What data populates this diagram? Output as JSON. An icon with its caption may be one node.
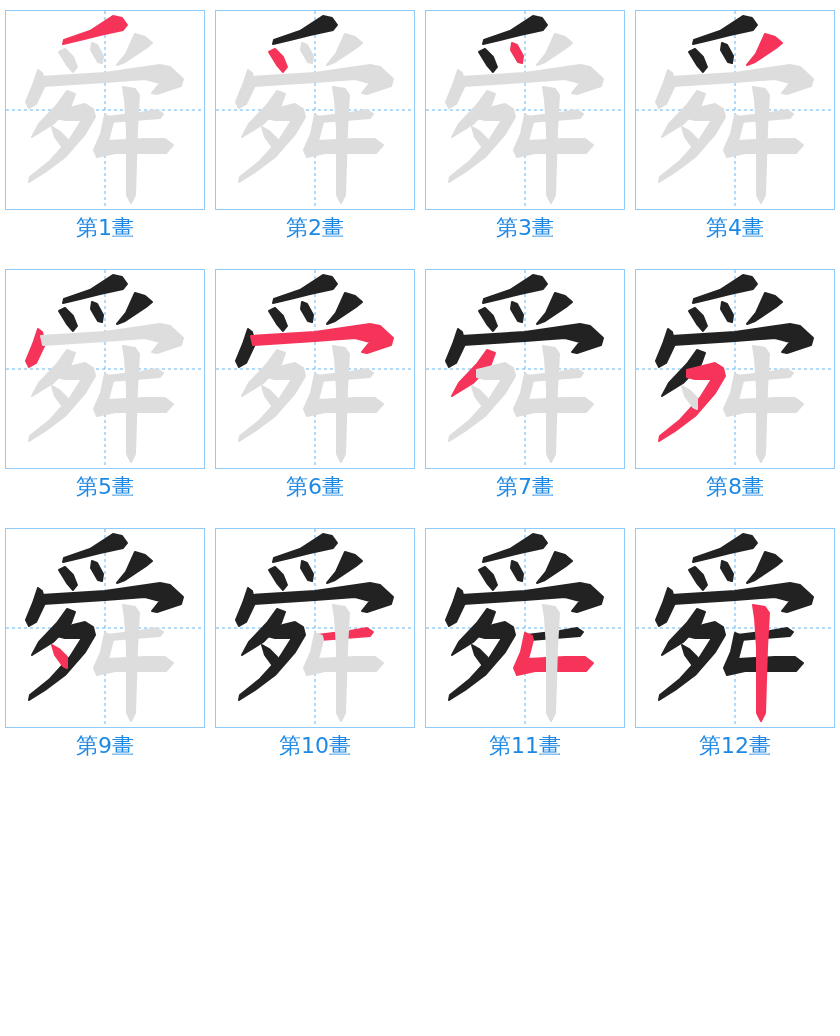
{
  "diagram": {
    "nodes": [
      {
        "text": [
          "第1畫"
        ]
      },
      {
        "text": [
          "第2畫"
        ]
      },
      {
        "text": [
          "第3畫"
        ]
      },
      {
        "text": [
          "第4畫"
        ]
      },
      {
        "text": [
          "第5畫"
        ]
      },
      {
        "text": [
          "第6畫"
        ]
      },
      {
        "text": [
          "第7畫"
        ]
      },
      {
        "text": [
          "第8畫"
        ]
      },
      {
        "text": [
          "第9畫"
        ]
      },
      {
        "text": [
          "第10畫"
        ]
      },
      {
        "text": [
          "第11畫"
        ]
      },
      {
        "text": [
          "第12畫"
        ]
      }
    ]
  }
}
